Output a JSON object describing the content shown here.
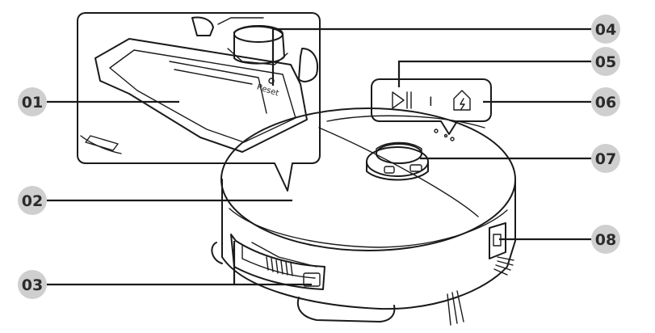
{
  "callouts": [
    {
      "number": "01",
      "part": "dust-bin"
    },
    {
      "number": "02",
      "part": "top-cover"
    },
    {
      "number": "03",
      "part": "front-bumper"
    },
    {
      "number": "04",
      "part": "reset-button"
    },
    {
      "number": "05",
      "part": "start-stop-button"
    },
    {
      "number": "06",
      "part": "charge-button"
    },
    {
      "number": "07",
      "part": "lidar-sensor"
    },
    {
      "number": "08",
      "part": "side-sensor"
    }
  ],
  "labels": {
    "reset": "Reset",
    "button_divider": "I"
  },
  "icons": {
    "start_stop": "play-pause-icon",
    "charge": "home-charge-icon"
  },
  "colors": {
    "badge_fill": "#cfcfcf",
    "badge_text": "#2b2b2b",
    "line": "#1a1a1a",
    "background": "#ffffff"
  }
}
